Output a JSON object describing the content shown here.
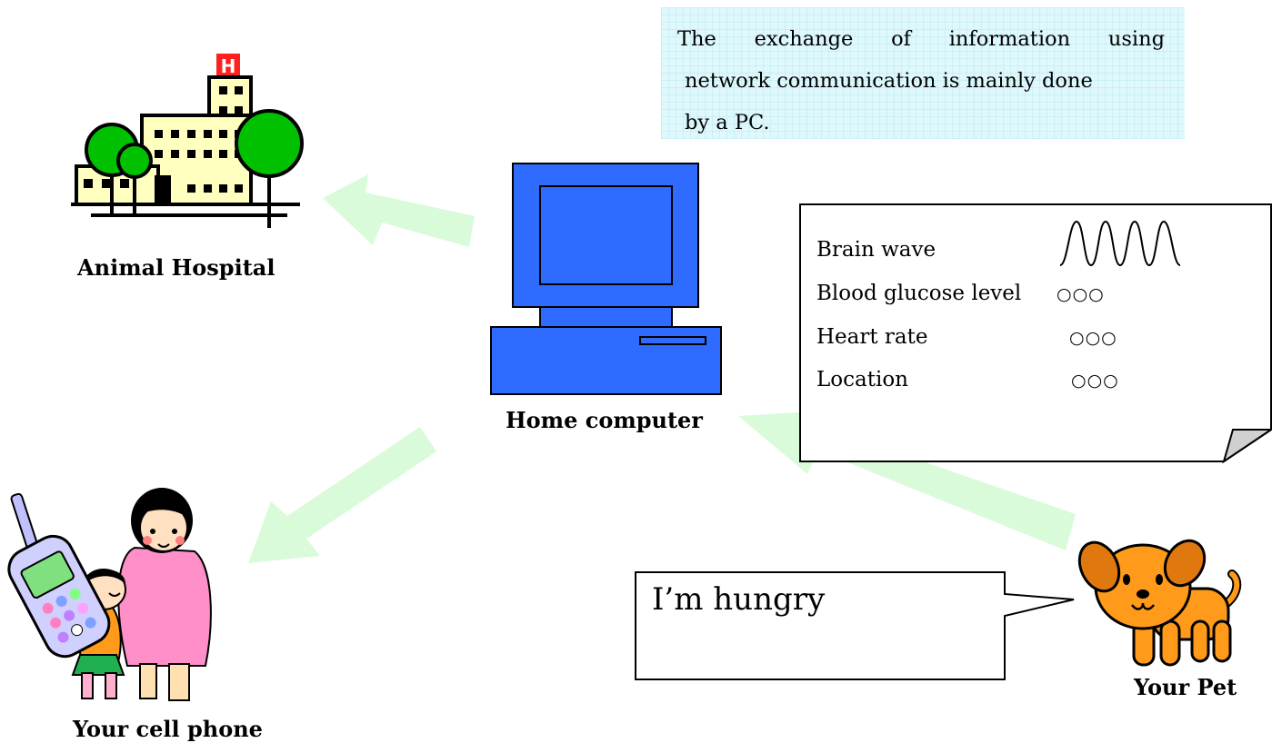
{
  "info_box": {
    "lines": [
      "The exchange of information using",
      "network communication is mainly done",
      "by a PC."
    ]
  },
  "labels": {
    "hospital": "Animal Hospital",
    "computer": "Home computer",
    "phone": "Your cell phone",
    "pet": "Your Pet"
  },
  "vitals": {
    "brain_wave": {
      "label": "Brain wave"
    },
    "blood_glucose": {
      "label": "Blood glucose level",
      "value": "○○○"
    },
    "heart_rate": {
      "label": "Heart rate",
      "value": "○○○"
    },
    "location": {
      "label": "Location",
      "value": "○○○"
    }
  },
  "speech": {
    "text": "I’m hungry"
  },
  "colors": {
    "arrow": "#d9fbd9",
    "computer_blue": "#2f6bff",
    "tree_green": "#00c000",
    "building_fill": "#ffffc0",
    "hospital_red": "#ff2020",
    "info_bg": "#dff8fc",
    "dog_orange": "#ff9a1a"
  },
  "icons": [
    "hospital-icon",
    "computer-icon",
    "dog-icon",
    "mother-child-phone-icon",
    "brain-wave-icon",
    "arrow-icon"
  ]
}
